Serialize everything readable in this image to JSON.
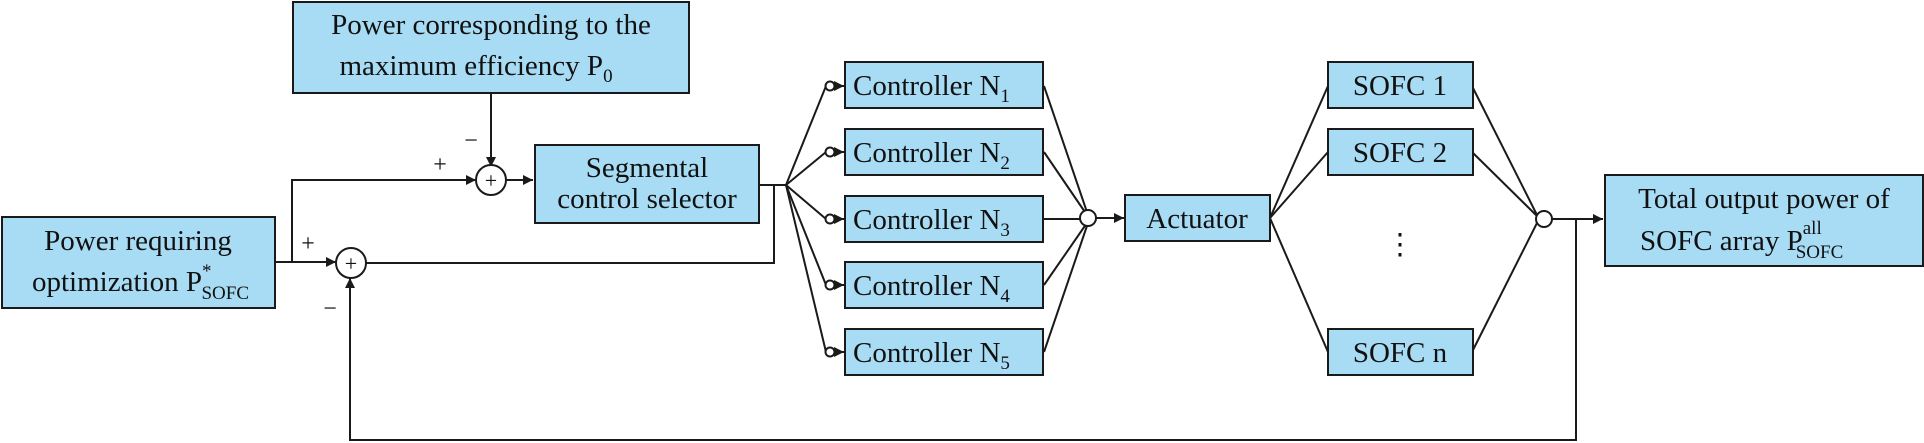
{
  "blocks": {
    "p0": {
      "line1": "Power corresponding to the",
      "line2": "maximum efficiency P",
      "sub": "0"
    },
    "input": {
      "line1": "Power requiring",
      "line2": "optimization P",
      "sup": "*",
      "sub": "SOFC"
    },
    "selector": {
      "line1": "Segmental",
      "line2": "control selector"
    },
    "controllers": [
      {
        "label": "Controller N",
        "sub": "1"
      },
      {
        "label": "Controller N",
        "sub": "2"
      },
      {
        "label": "Controller N",
        "sub": "3"
      },
      {
        "label": "Controller N",
        "sub": "4"
      },
      {
        "label": "Controller N",
        "sub": "5"
      }
    ],
    "actuator": {
      "label": "Actuator"
    },
    "sofc": [
      {
        "label": "SOFC 1"
      },
      {
        "label": "SOFC 2"
      },
      {
        "label": "SOFC n"
      }
    ],
    "ellipsis": "⋮",
    "output": {
      "line1": "Total output power of",
      "line2": "SOFC array P",
      "sup": "all",
      "sub": "SOFC"
    }
  },
  "signs": {
    "sum_top_plus": "+",
    "sum_top_minus": "−",
    "sum_bottom_plus": "+",
    "sum_bottom_minus": "−",
    "sum_glyph": "+"
  }
}
